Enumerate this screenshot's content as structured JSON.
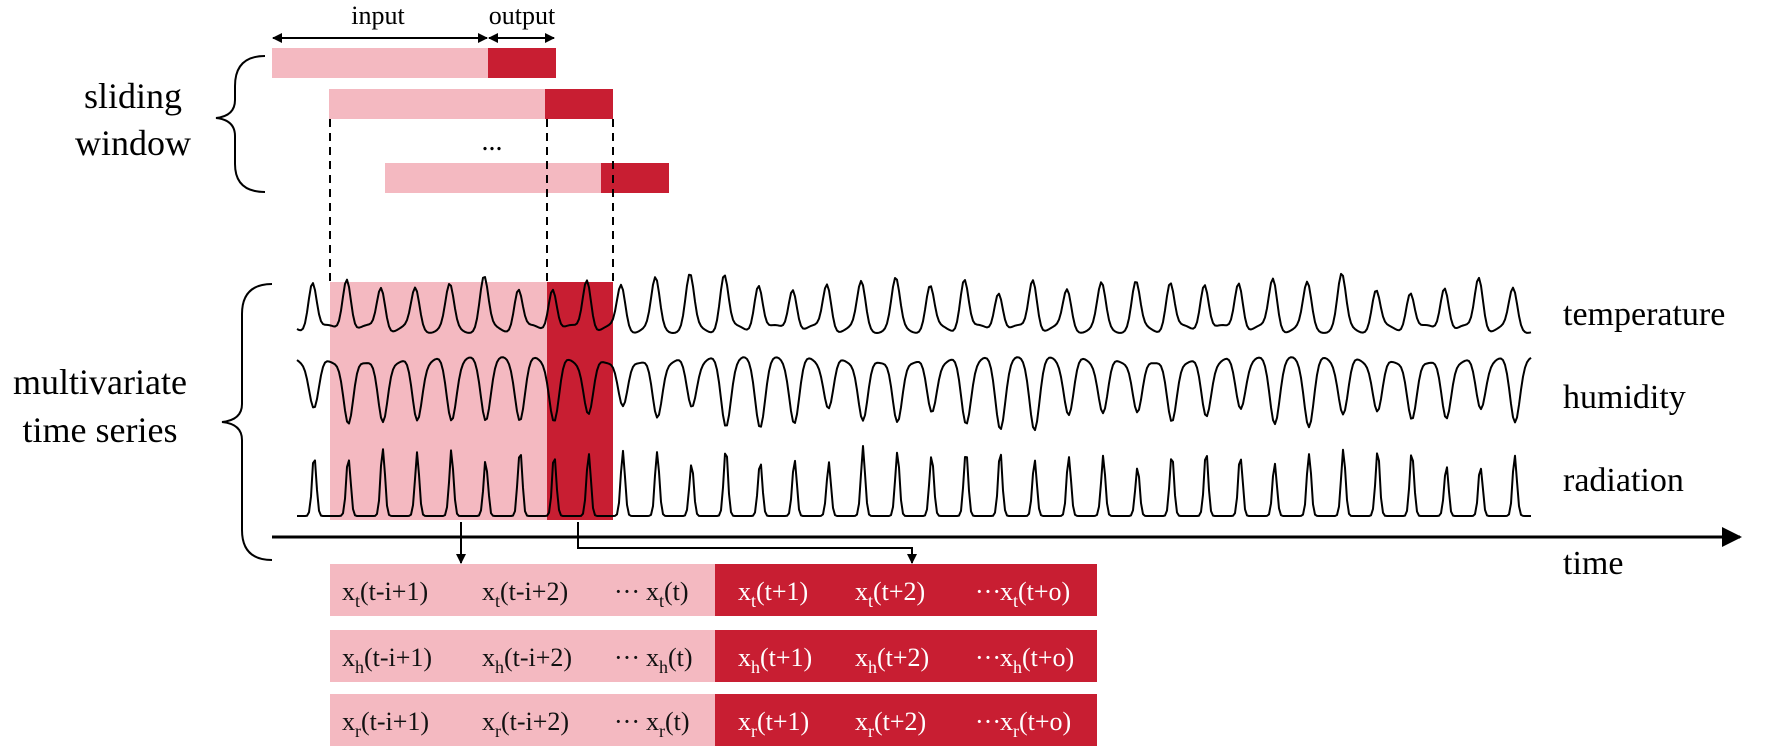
{
  "labels": {
    "input": "input",
    "output": "output",
    "sliding_window": [
      "sliding",
      "window"
    ],
    "ellipsis": "...",
    "multivariate": [
      "multivariate",
      "time series"
    ],
    "time": "time"
  },
  "series": [
    {
      "id": "temperature",
      "name": "temperature"
    },
    {
      "id": "humidity",
      "name": "humidity"
    },
    {
      "id": "radiation",
      "name": "radiation"
    }
  ],
  "matrix": {
    "input_rows": [
      [
        {
          "base": "x",
          "sub": "t",
          "arg": "(t-i+1)"
        },
        {
          "base": "x",
          "sub": "t",
          "arg": "(t-i+2)"
        },
        {
          "sep": "···"
        },
        {
          "base": "x",
          "sub": "t",
          "arg": "(t)"
        }
      ],
      [
        {
          "base": "x",
          "sub": "h",
          "arg": "(t-i+1)"
        },
        {
          "base": "x",
          "sub": "h",
          "arg": "(t-i+2)"
        },
        {
          "sep": "···"
        },
        {
          "base": "x",
          "sub": "h",
          "arg": "(t)"
        }
      ],
      [
        {
          "base": "x",
          "sub": "r",
          "arg": "(t-i+1)"
        },
        {
          "base": "x",
          "sub": "r",
          "arg": "(t-i+2)"
        },
        {
          "sep": "···"
        },
        {
          "base": "x",
          "sub": "r",
          "arg": "(t)"
        }
      ]
    ],
    "output_rows": [
      [
        {
          "base": "x",
          "sub": "t",
          "arg": "(t+1)"
        },
        {
          "base": "x",
          "sub": "t",
          "arg": "(t+2)"
        },
        {
          "sep": "···"
        },
        {
          "base": "x",
          "sub": "t",
          "arg": "(t+o)"
        }
      ],
      [
        {
          "base": "x",
          "sub": "h",
          "arg": "(t+1)"
        },
        {
          "base": "x",
          "sub": "h",
          "arg": "(t+2)"
        },
        {
          "sep": "···"
        },
        {
          "base": "x",
          "sub": "h",
          "arg": "(t+o)"
        }
      ],
      [
        {
          "base": "x",
          "sub": "r",
          "arg": "(t+1)"
        },
        {
          "base": "x",
          "sub": "r",
          "arg": "(t+2)"
        },
        {
          "sep": "···"
        },
        {
          "base": "x",
          "sub": "r",
          "arg": "(t+o)"
        }
      ]
    ]
  },
  "colors": {
    "input_fill": "#f4b9c1",
    "output_fill": "#c81e32",
    "line": "#000000"
  }
}
